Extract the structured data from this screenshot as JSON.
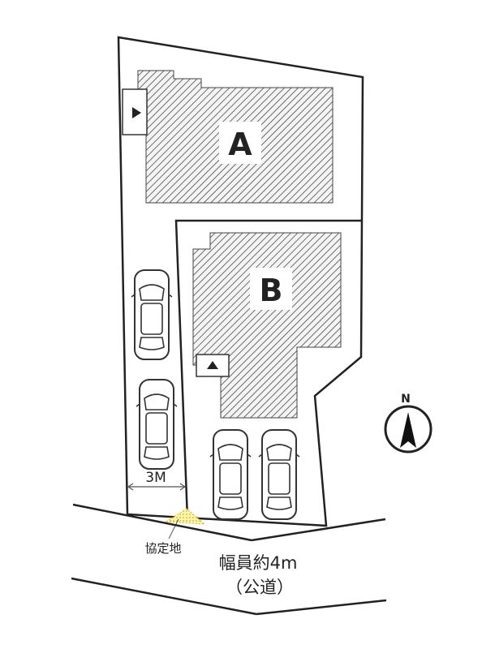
{
  "lots": [
    {
      "id": "A",
      "label": "A"
    },
    {
      "id": "B",
      "label": "B"
    }
  ],
  "setback_label": "3M",
  "agreement_land_label": "協定地",
  "road": {
    "width_label": "幅員約4m",
    "type_label": "（公道）"
  },
  "north_label": "N",
  "icons": [
    "entrance-marker-icon",
    "car-icon",
    "north-arrow-icon"
  ],
  "colors": {
    "line": "#222222",
    "hatch": "#555555",
    "agreement_land": "#f3e36a"
  }
}
